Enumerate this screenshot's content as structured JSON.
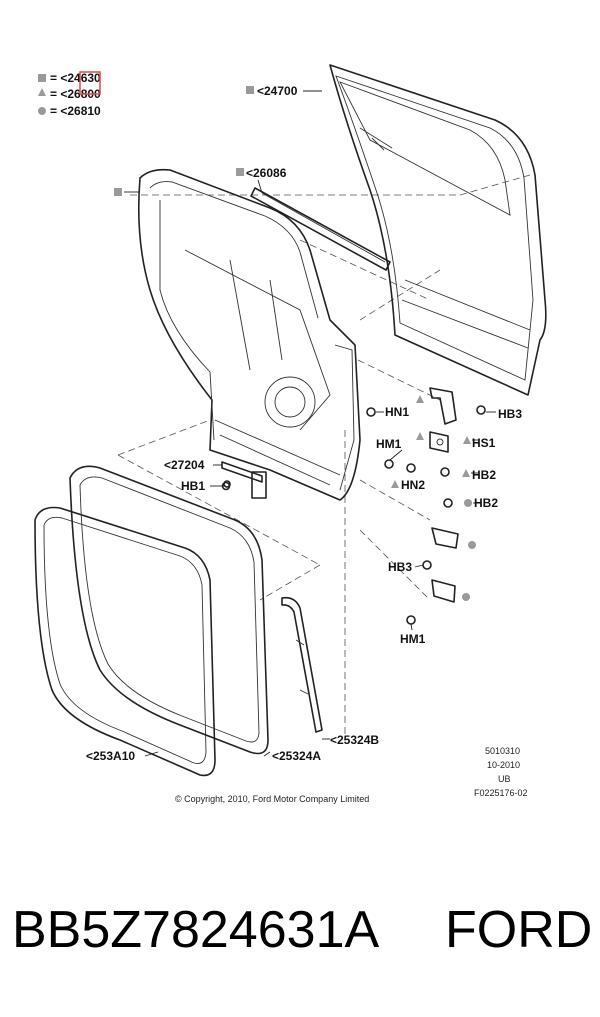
{
  "legend": [
    {
      "symbol": "square",
      "text": "= <24630"
    },
    {
      "symbol": "triangle",
      "text": "= <26800"
    },
    {
      "symbol": "circle",
      "text": "= <26810"
    }
  ],
  "labels": {
    "outer_panel": "<24700",
    "belt_moulding": "<26086",
    "check_arm": "<27204",
    "hb1": "HB1",
    "hn1": "HN1",
    "hb3_upper": "HB3",
    "hm1_upper": "HM1",
    "hs1": "HS1",
    "hb2_upper": "HB2",
    "hn2": "HN2",
    "hb2_lower": "HB2",
    "hb3_lower": "HB3",
    "hm1_lower": "HM1",
    "weatherstrip_inner": "<253A10",
    "weatherstrip_outer": "<25324A",
    "weatherstrip_strip": "<25324B"
  },
  "revision": {
    "line1": "5010310",
    "line2": "10-2010",
    "line3": "UB",
    "line4": "F0225176-02"
  },
  "copyright": "© Copyright, 2010, Ford Motor Company Limited",
  "part_number": "BB5Z7824631A",
  "brand": "FORD",
  "colors": {
    "highlight": "#e24a4a",
    "symbol_gray": "#9a9a9a"
  }
}
